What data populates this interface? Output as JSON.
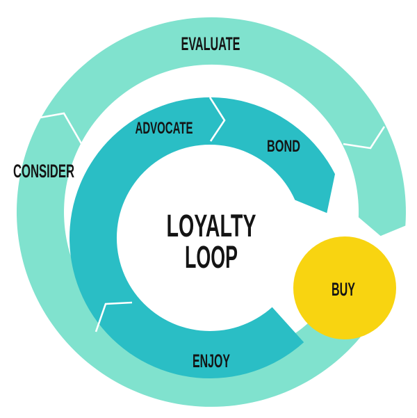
{
  "title": {
    "line1": "LOYALTY",
    "line2": "LOOP"
  },
  "stages": {
    "consider": "CONSIDER",
    "evaluate": "EVALUATE",
    "buy": "BUY",
    "enjoy": "ENJOY",
    "advocate": "ADVOCATE",
    "bond": "BOND"
  },
  "colors": {
    "background": "#FFFFFF",
    "outer_ring": "#80E2CE",
    "inner_ring": "#2ABEC5",
    "buy_circle": "#F8D411",
    "chevron_stroke": "#FFFFFF",
    "label_text": "#141414"
  }
}
